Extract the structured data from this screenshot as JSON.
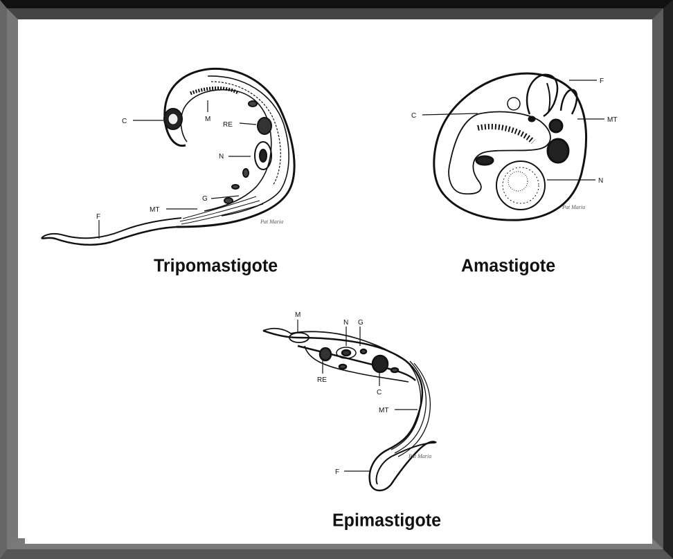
{
  "cells": {
    "tripomastigote": {
      "title": "Tripomastigote",
      "labels": {
        "C": "C",
        "M": "M",
        "RE": "RE",
        "N": "N",
        "G": "G",
        "MT": "MT",
        "F": "F"
      },
      "signature": "Pat Maria"
    },
    "amastigote": {
      "title": "Amastigote",
      "labels": {
        "F": "F",
        "C": "C",
        "MT": "MT",
        "N": "N"
      },
      "signature": "Pat Maria"
    },
    "epimastigote": {
      "title": "Epimastigote",
      "labels": {
        "M": "M",
        "N": "N",
        "G": "G",
        "RE": "RE",
        "C": "C",
        "MT": "MT",
        "F": "F"
      },
      "signature": "Pat Maria"
    }
  }
}
